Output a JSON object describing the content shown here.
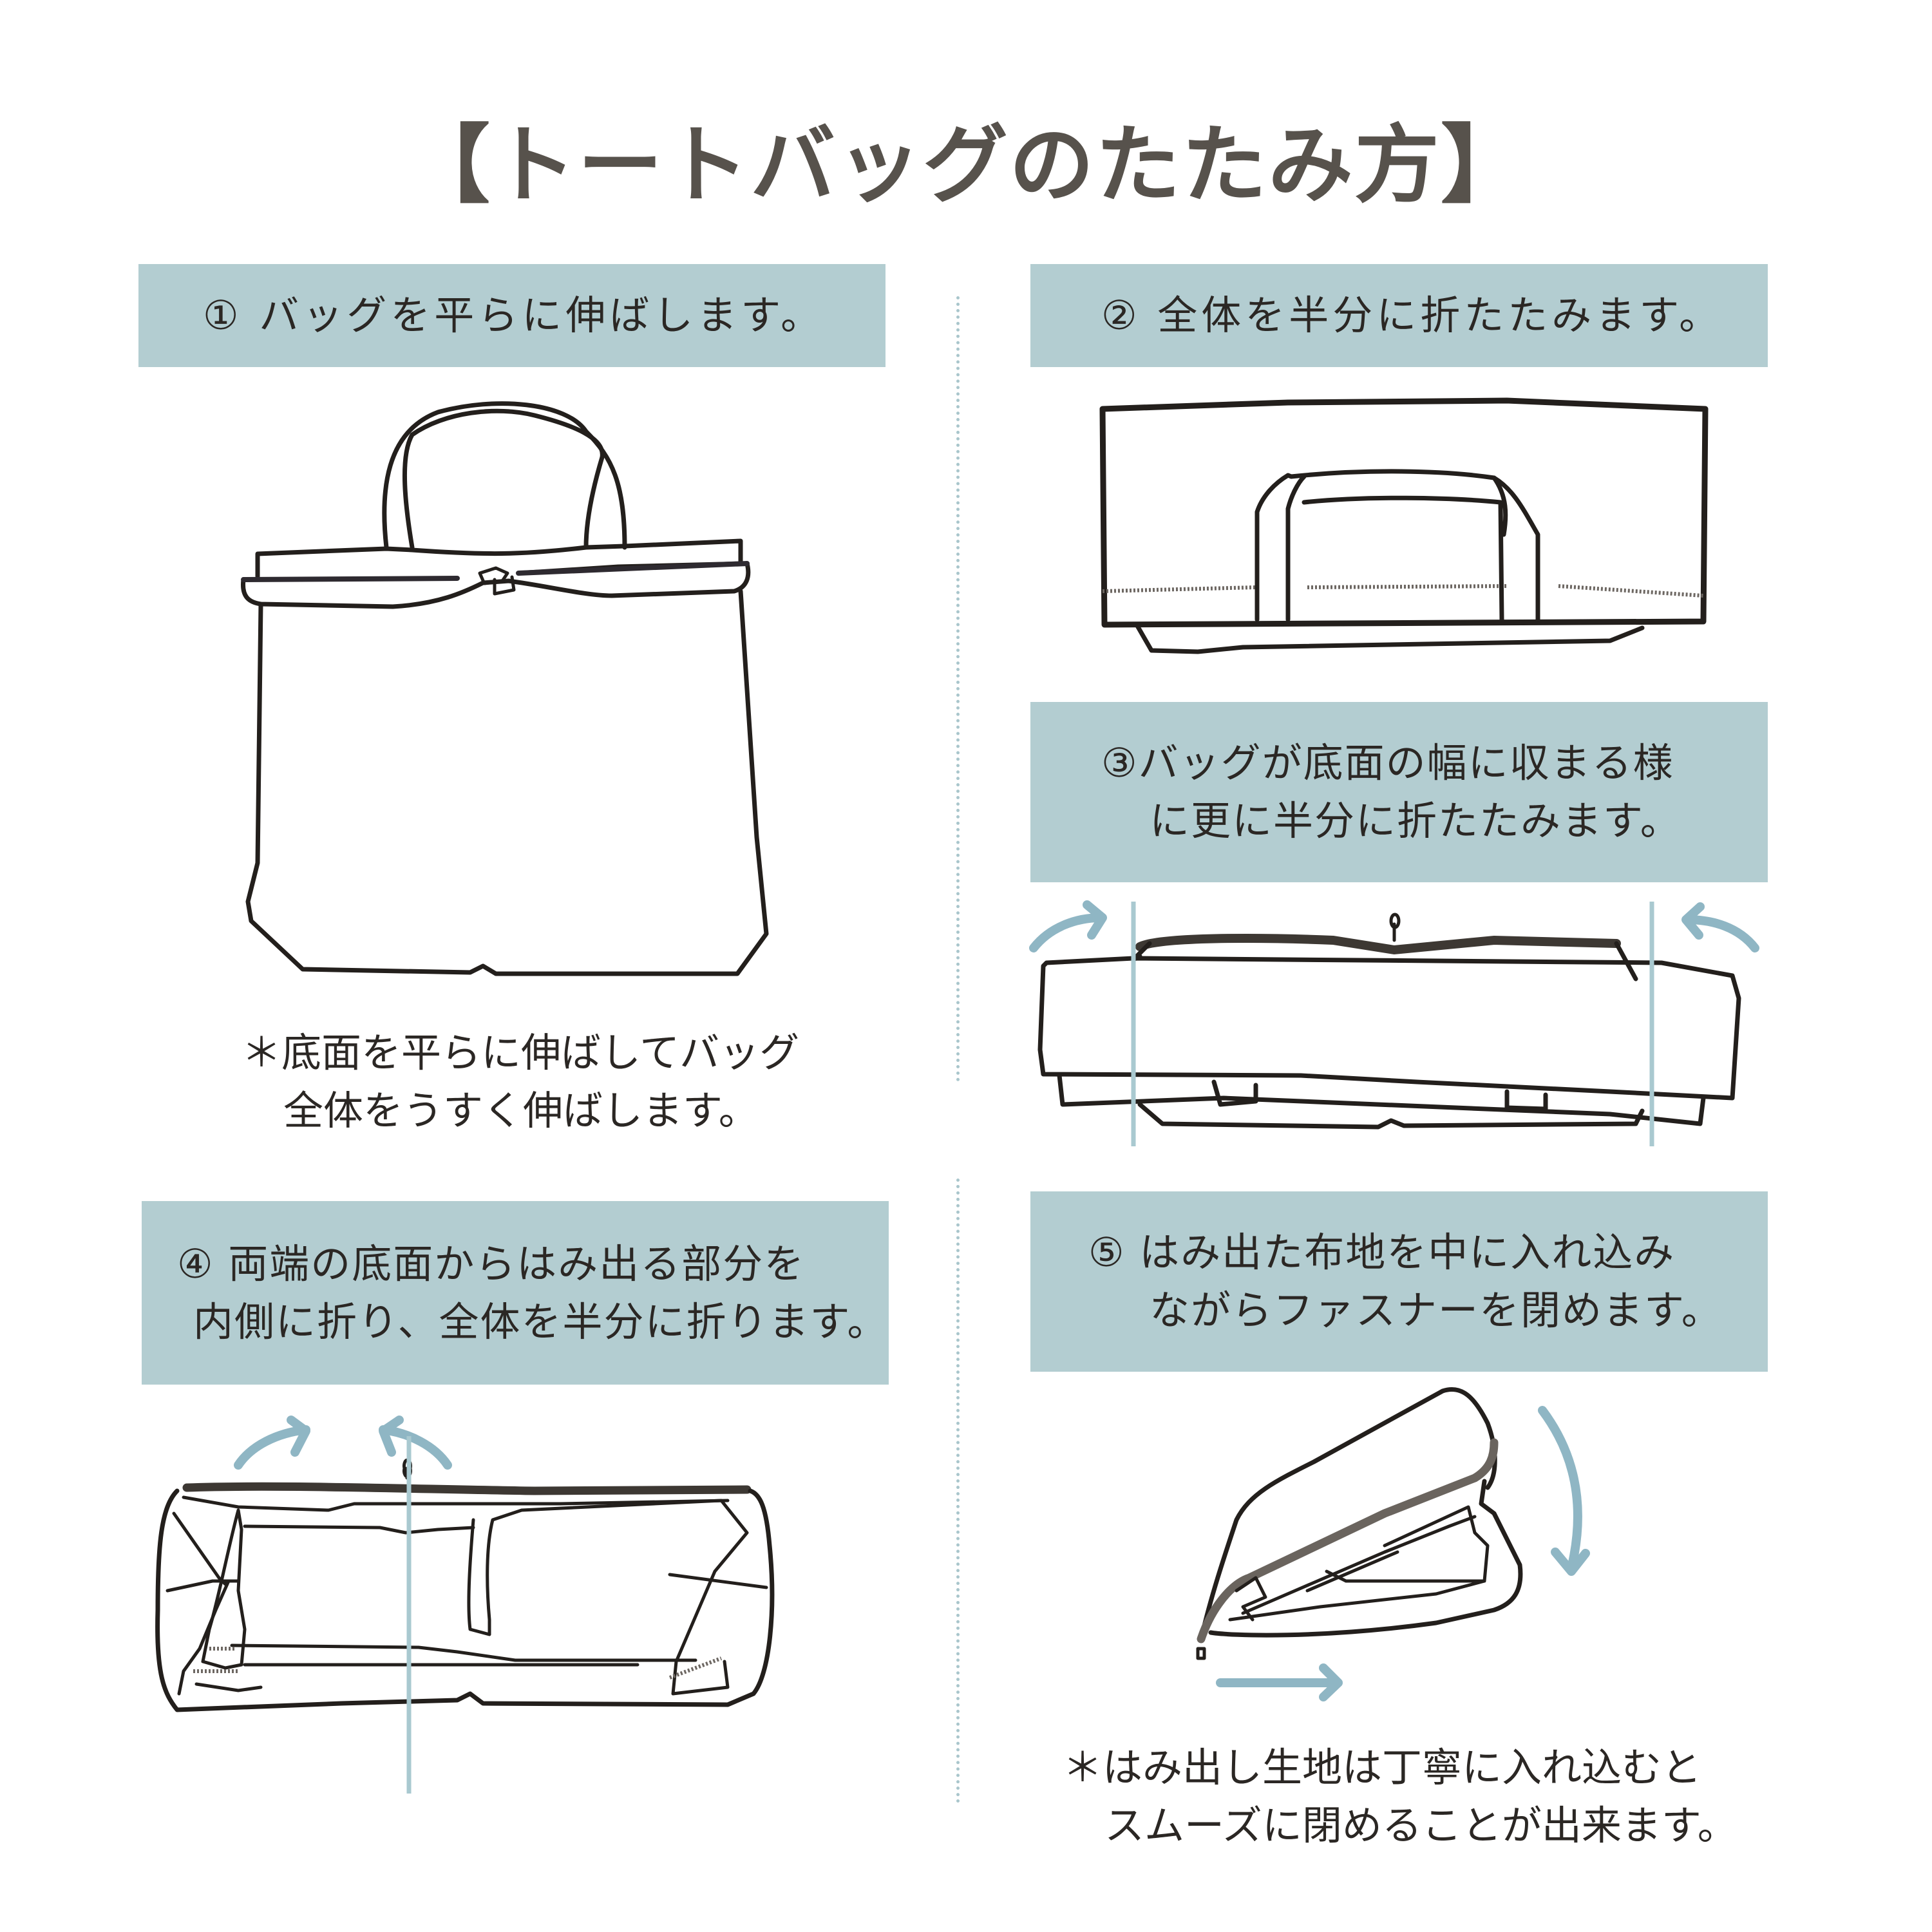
{
  "title": "【トートバッグのたたみ方】",
  "steps": [
    {
      "number": "①",
      "lines": [
        "① バッグを平らに伸ばします。"
      ]
    },
    {
      "number": "②",
      "lines": [
        "② 全体を半分に折たたみます。"
      ]
    },
    {
      "number": "③",
      "lines": [
        "③バッグが底面の幅に収まる様",
        "に更に半分に折たたみます。"
      ]
    },
    {
      "number": "④",
      "lines": [
        "④ 両端の底面からはみ出る部分を",
        "内側に折り、全体を半分に折ります。"
      ]
    },
    {
      "number": "⑤",
      "lines": [
        "⑤ はみ出た布地を中に入れ込み",
        "ながらファスナーを閉めます。"
      ]
    }
  ],
  "notes": {
    "step1": [
      "＊底面を平らに伸ばしてバッグ",
      "全体をうすく伸ばします。"
    ],
    "step5": [
      "＊はみ出し生地は丁寧に入れ込むと",
      "スムーズに閉めることが出来ます。"
    ]
  },
  "colors": {
    "title": "#57524c",
    "step_box": "#b3cdd1",
    "arrow": "#8fb6c4",
    "guide_line": "#a9c9d0",
    "outline": "#231f1c"
  },
  "illustrations": {
    "step1": "flat-tote-bag-illustration",
    "step2": "bag-folded-in-half-illustration",
    "step3": "bag-folded-to-bottom-width-illustration",
    "step4": "bag-sides-folded-inward-illustration",
    "step5": "bag-zipper-closing-illustration"
  }
}
